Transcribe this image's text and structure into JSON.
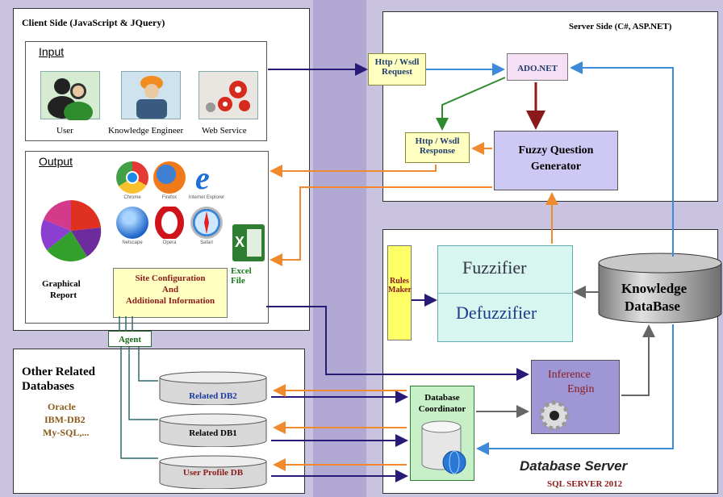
{
  "client": {
    "title": "Client Side (JavaScript & JQuery)",
    "input_title": "Input",
    "input_items": [
      "User",
      "Knowledge Engineer",
      "Web Service"
    ],
    "output_title": "Output",
    "browsers": [
      "Chrome",
      "Firefox",
      "Internet Explorer",
      "Netscape",
      "Opera",
      "Safari"
    ],
    "graphical_report": [
      "Graphical",
      "Report"
    ],
    "excel": "Excel File",
    "site_config": [
      "Site Configuration",
      "And",
      "Additional Information"
    ],
    "agent": "Agent"
  },
  "server": {
    "title": "Server Side (C#, ASP.NET)",
    "http_request": [
      "Http / Wsdl",
      "Request"
    ],
    "http_response": [
      "Http / Wsdl",
      "Response"
    ],
    "adonet": "ADO.NET",
    "fqg": [
      "Fuzzy Question",
      "Generator"
    ]
  },
  "dbserver": {
    "title": "Database Server",
    "subtitle": "SQL SERVER 2012",
    "rules_maker": [
      "Rules",
      "Maker"
    ],
    "fuzzifier": "Fuzzifier",
    "defuzzifier": "Defuzzifier",
    "kdb": [
      "Knowledge",
      "DataBase"
    ],
    "inference": [
      "Inference",
      "Engin"
    ],
    "coordinator": [
      "Database",
      "Coordinator"
    ]
  },
  "other": {
    "title": [
      "Other Related",
      "Databases"
    ],
    "list": [
      "Oracle",
      "IBM-DB2",
      "My-SQL,..."
    ],
    "db_related2": "Related DB2",
    "db_related1": "Related DB1",
    "db_user": "User Profile DB"
  },
  "colors": {
    "purple_band": "#b9b1d6",
    "arrow_navy": "#2a1a78",
    "arrow_orange": "#ef8a2e",
    "arrow_blue": "#3c8ad8",
    "arrow_green": "#2e8b2e",
    "arrow_darkred": "#8b1a1a",
    "arrow_gray": "#666666"
  }
}
